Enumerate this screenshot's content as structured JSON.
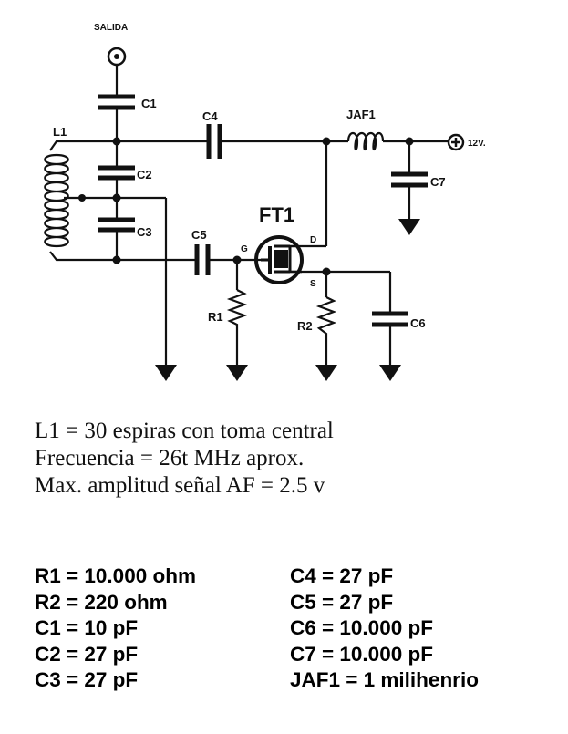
{
  "schematic": {
    "output_label": "SALIDA",
    "supply_label": "12V.",
    "transistor_label": "FT1",
    "pins": {
      "gate": "G",
      "drain": "D",
      "source": "S"
    },
    "components": {
      "C1": "C1",
      "C2": "C2",
      "C3": "C3",
      "C4": "C4",
      "C5": "C5",
      "C6": "C6",
      "C7": "C7",
      "L1": "L1",
      "R1": "R1",
      "R2": "R2",
      "JAF1": "JAF1"
    }
  },
  "notes": [
    "L1 = 30 espiras con toma central",
    "Frecuencia = 26t MHz aprox.",
    "Max. amplitud señal AF = 2.5 v"
  ],
  "parts_left": [
    "R1 = 10.000 ohm",
    "R2 = 220 ohm",
    "C1 = 10 pF",
    "C2 = 27 pF",
    "C3 = 27 pF"
  ],
  "parts_right": [
    "C4 = 27 pF",
    "C5 = 27 pF",
    "C6 = 10.000 pF",
    "C7 = 10.000 pF",
    "JAF1 = 1 milihenrio"
  ]
}
